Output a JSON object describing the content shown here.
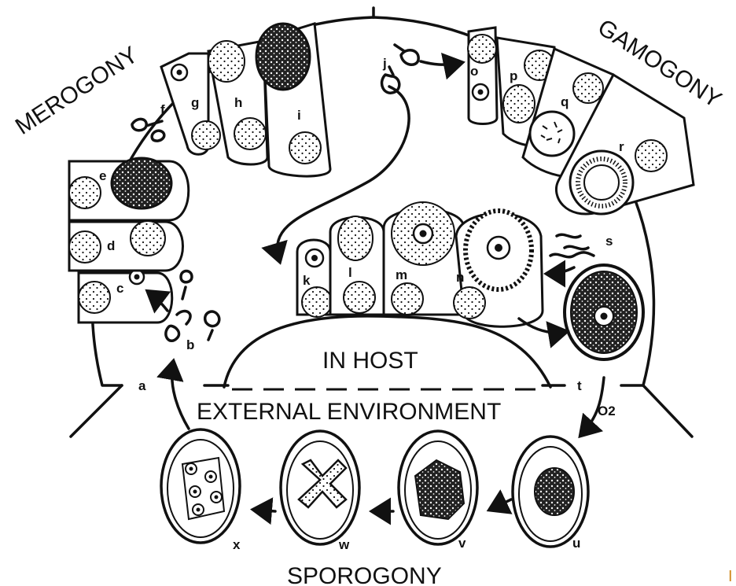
{
  "diagram": {
    "stages": {
      "merogony": "MEROGONY",
      "gamogony": "GAMOGONY",
      "sporogony": "SPOROGONY"
    },
    "environments": {
      "in_host": "IN HOST",
      "external": "EXTERNAL ENVIRONMENT"
    },
    "oxygen_label": "O2",
    "letters": {
      "a": "a",
      "b": "b",
      "c": "c",
      "d": "d",
      "e": "e",
      "f": "f",
      "g": "g",
      "h": "h",
      "i": "i",
      "j": "j",
      "k": "k",
      "l": "l",
      "m": "m",
      "n": "n",
      "o": "o",
      "p": "p",
      "q": "q",
      "r": "r",
      "s": "s",
      "t": "t",
      "u": "u",
      "v": "v",
      "w": "w",
      "x": "x"
    },
    "corner_mark": "I"
  }
}
